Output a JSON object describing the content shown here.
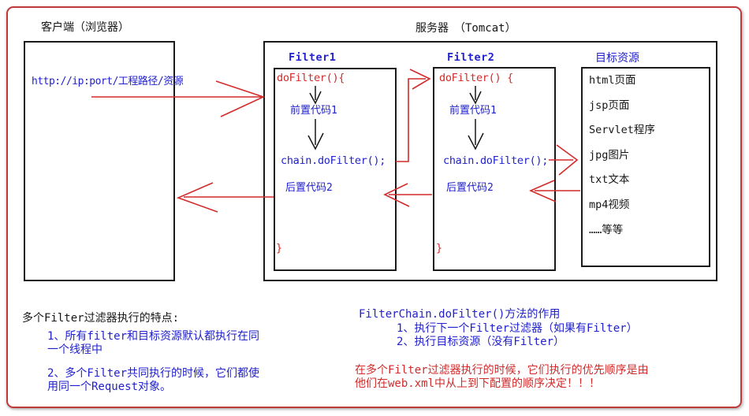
{
  "client": {
    "label": "客户端（浏览器）",
    "url": "http://ip:port/工程路径/资源"
  },
  "server": {
    "label": "服务器　（Tomcat）",
    "filter1": {
      "title": "Filter1",
      "open": "doFilter(){",
      "pre": "前置代码1",
      "chain": "chain.doFilter();",
      "post": "后置代码2",
      "close": "}"
    },
    "filter2": {
      "title": "Filter2",
      "open": "doFilter() {",
      "pre": "前置代码1",
      "chain": "chain.doFilter();",
      "post": "后置代码2",
      "close": "}"
    },
    "target": {
      "title": "目标资源",
      "items": [
        "html页面",
        "jsp页面",
        "Servlet程序",
        "jpg图片",
        "txt文本",
        "mp4视频",
        "……等等"
      ]
    }
  },
  "notes_left": {
    "heading": "多个Filter过滤器执行的特点:",
    "item1_line1": "1、所有filter和目标资源默认都执行在同",
    "item1_line2": "一个线程中",
    "item2_line1": "2、多个Filter共同执行的时候，它们都使",
    "item2_line2": "用同一个Request对象。"
  },
  "notes_right": {
    "heading": "FilterChain.doFilter()方法的作用",
    "item1": "1、执行下一个Filter过滤器（如果有Filter）",
    "item2": "2、执行目标资源（没有Filter）",
    "warning_line1": "在多个Filter过滤器执行的时候，它们执行的优先顺序是由",
    "warning_line2": "他们在web.xml中从上到下配置的顺序决定！！！"
  },
  "colors": {
    "blue_text": "#2121cd",
    "red_text": "#d32a2a",
    "black_text": "#161616",
    "frame_border": "#c03a3a"
  }
}
